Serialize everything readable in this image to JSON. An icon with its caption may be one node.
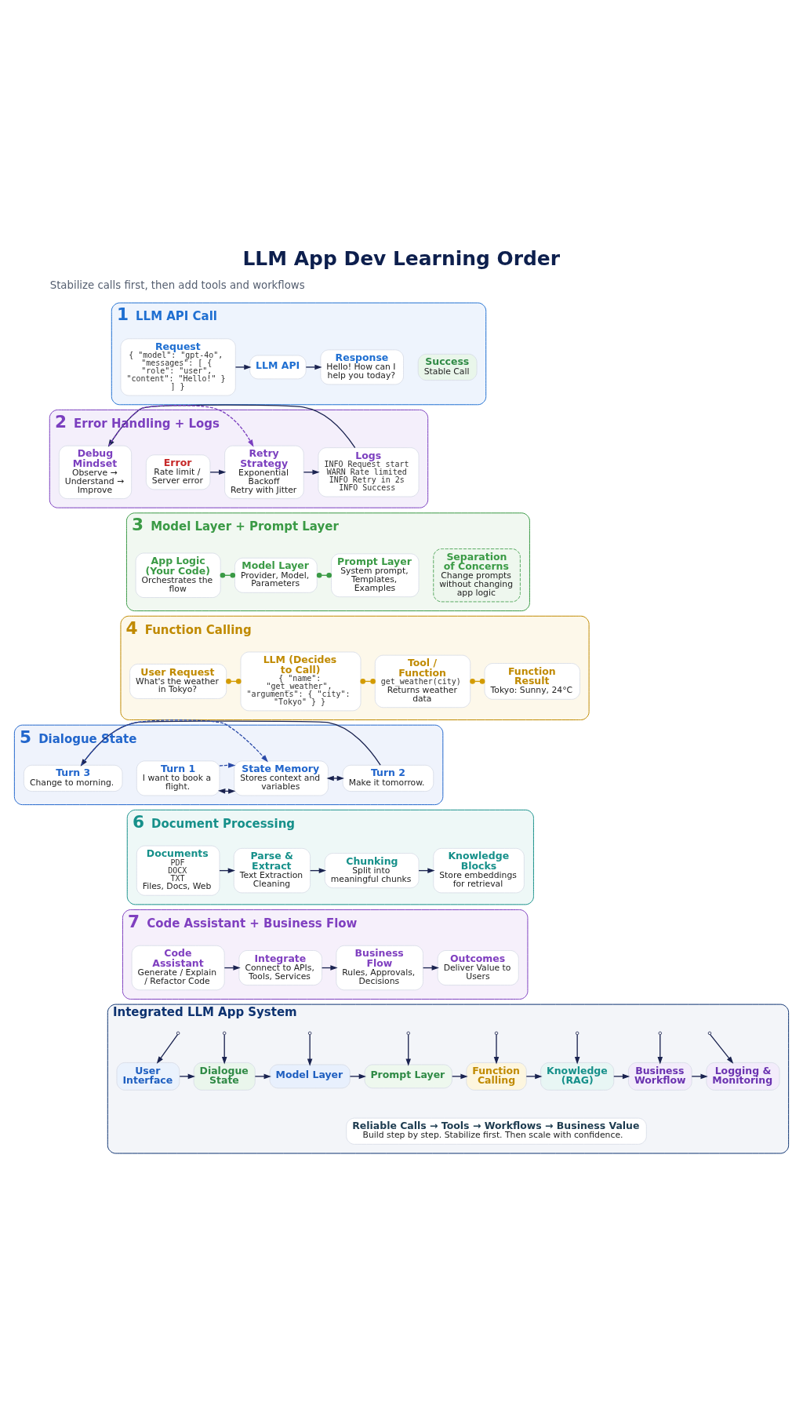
{
  "diagram": {
    "title": "LLM App Dev Learning Order",
    "nodes": [
      {
        "text": [
          "1",
          "LLM API Call"
        ]
      },
      {
        "text": [
          "Request",
          "{ \"model\": \"gpt-4o\", \"messages\": [ { \"role\": \"user\", \"content\": \"Hello!\" } ] }"
        ],
        "in": 0
      },
      {
        "text": [
          "LLM API"
        ],
        "in": 0
      },
      {
        "text": [
          "Response",
          "Hello! How can I help you today?"
        ],
        "in": 0
      },
      {
        "text": [
          "Success",
          "Stable Call"
        ],
        "in": 0
      },
      {
        "text": [
          "2",
          "Error Handling + Logs"
        ]
      },
      {
        "text": [
          "Error",
          "Rate limit / Server error"
        ],
        "in": 5
      },
      {
        "text": [
          "Retry Strategy",
          "Exponential Backoff",
          "Retry with Jitter"
        ],
        "in": 5
      },
      {
        "text": [
          "Logs",
          "INFO Request start",
          "WARN Rate limited",
          "INFO Retry in 2s",
          "INFO Success"
        ],
        "in": 5
      },
      {
        "text": [
          "Debug Mindset",
          "Observe → Understand → Improve"
        ],
        "in": 5
      },
      {
        "text": [
          "3",
          "Model Layer + Prompt Layer"
        ]
      },
      {
        "text": [
          "App Logic (Your Code)",
          "Orchestrates the flow"
        ],
        "in": 10
      },
      {
        "text": [
          "Model Layer",
          "Provider, Model, Parameters"
        ],
        "in": 10
      },
      {
        "text": [
          "Prompt Layer",
          "System prompt, Templates, Examples"
        ],
        "in": 10
      },
      {
        "text": [
          "Separation of Concerns",
          "Change prompts without changing app logic"
        ],
        "in": 10
      },
      {
        "text": [
          "4",
          "Function Calling"
        ]
      },
      {
        "text": [
          "User Request",
          "What's the weather in Tokyo?"
        ],
        "in": 15
      },
      {
        "text": [
          "LLM (Decides to Call)",
          "{ \"name\": \"get_weather\", \"arguments\": { \"city\": \"Tokyo\" } }"
        ],
        "in": 15
      },
      {
        "text": [
          "Tool / Function",
          "get_weather(city)",
          "Returns weather data"
        ],
        "in": 15
      },
      {
        "text": [
          "Function Result",
          "Tokyo: Sunny, 24°C"
        ],
        "in": 15
      },
      {
        "text": [
          "5",
          "Dialogue State"
        ]
      },
      {
        "text": [
          "Turn 1",
          "I want to book a flight."
        ],
        "in": 20
      },
      {
        "text": [
          "State Memory",
          "Stores context and variables"
        ],
        "in": 20
      },
      {
        "text": [
          "Turn 2",
          "Make it tomorrow."
        ],
        "in": 20
      },
      {
        "text": [
          "Turn 3",
          "Change to morning."
        ],
        "in": 20
      },
      {
        "text": [
          "6",
          "Document Processing"
        ]
      },
      {
        "text": [
          "Documents",
          "PDF",
          "DOCX",
          "TXT",
          "Files, Docs, Web"
        ],
        "in": 25
      },
      {
        "text": [
          "Parse & Extract",
          "Text Extraction",
          "Cleaning"
        ],
        "in": 25
      },
      {
        "text": [
          "Chunking",
          "Split into meaningful chunks"
        ],
        "in": 25
      },
      {
        "text": [
          "Knowledge Blocks",
          "Store embeddings for retrieval"
        ],
        "in": 25
      },
      {
        "text": [
          "7",
          "Code Assistant + Business Flow"
        ]
      },
      {
        "text": [
          "Code Assistant",
          "Generate / Explain / Refactor Code"
        ],
        "in": 30
      },
      {
        "text": [
          "Integrate",
          "Connect to APIs, Tools, Services"
        ],
        "in": 30
      },
      {
        "text": [
          "Business Flow",
          "Rules, Approvals, Decisions"
        ],
        "in": 30
      },
      {
        "text": [
          "Outcomes",
          "Deliver Value to Users"
        ],
        "in": 30
      },
      {
        "text": [
          "Integrated LLM App System"
        ]
      },
      {
        "text": [
          "User Interface"
        ],
        "in": 35
      },
      {
        "text": [
          "Dialogue State"
        ],
        "in": 35
      },
      {
        "text": [
          "Model Layer"
        ],
        "in": 35
      },
      {
        "text": [
          "Prompt Layer"
        ],
        "in": 35
      },
      {
        "text": [
          "Function Calling"
        ],
        "in": 35
      },
      {
        "text": [
          "Knowledge (RAG)"
        ],
        "in": 35
      },
      {
        "text": [
          "Business Workflow"
        ],
        "in": 35
      },
      {
        "text": [
          "Logging & Monitoring"
        ],
        "in": 35
      },
      {
        "text": [
          "Reliable Calls → Tools → Workflows → Business Value",
          "Build step by step. Stabilize first. Then scale with confidence."
        ],
        "in": 35
      }
    ],
    "edges": [
      {
        "from": 1,
        "to": 2,
        "arrow": "to"
      },
      {
        "from": 2,
        "to": 3,
        "arrow": "to"
      },
      {
        "from": 6,
        "to": 7,
        "arrow": "to"
      },
      {
        "from": 7,
        "to": 8,
        "arrow": "to"
      },
      {
        "from": 8,
        "to": 9,
        "arrow": "to"
      },
      {
        "from": 9,
        "to": 7,
        "arrow": "to",
        "style": "dashed",
        "color": "#7b3fbf"
      },
      {
        "from": 11,
        "to": 12,
        "arrow": "other",
        "color": "#3a9a45"
      },
      {
        "from": 12,
        "to": 13,
        "arrow": "other",
        "color": "#3a9a45"
      },
      {
        "from": 16,
        "to": 17,
        "arrow": "other",
        "color": "#d39b00"
      },
      {
        "from": 17,
        "to": 18,
        "arrow": "other",
        "color": "#d39b00"
      },
      {
        "from": 18,
        "to": 19,
        "arrow": "other",
        "color": "#d39b00"
      },
      {
        "from": 21,
        "to": 22,
        "arrow": "both"
      },
      {
        "from": 22,
        "to": 23,
        "arrow": "both"
      },
      {
        "from": 23,
        "to": 24,
        "arrow": "to"
      },
      {
        "from": 21,
        "to": 22,
        "arrow": "to",
        "style": "dashed",
        "color": "#2a4aa8"
      },
      {
        "from": 24,
        "to": 22,
        "arrow": "to",
        "style": "dashed",
        "color": "#2a4aa8"
      },
      {
        "from": 26,
        "to": 27,
        "arrow": "to"
      },
      {
        "from": 27,
        "to": 28,
        "arrow": "to"
      },
      {
        "from": 28,
        "to": 29,
        "arrow": "to"
      },
      {
        "from": 31,
        "to": 32,
        "arrow": "to"
      },
      {
        "from": 32,
        "to": 33,
        "arrow": "to"
      },
      {
        "from": 33,
        "to": 34,
        "arrow": "to"
      },
      {
        "from": null,
        "to": 36,
        "arrow": "to"
      },
      {
        "from": null,
        "to": 37,
        "arrow": "to"
      },
      {
        "from": null,
        "to": 38,
        "arrow": "to"
      },
      {
        "from": null,
        "to": 39,
        "arrow": "to"
      },
      {
        "from": null,
        "to": 40,
        "arrow": "to"
      },
      {
        "from": null,
        "to": 41,
        "arrow": "to"
      },
      {
        "from": null,
        "to": 42,
        "arrow": "to"
      },
      {
        "from": null,
        "to": 43,
        "arrow": "to"
      },
      {
        "from": 36,
        "to": 37,
        "arrow": "to"
      },
      {
        "from": 37,
        "to": 38,
        "arrow": "to"
      },
      {
        "from": 38,
        "to": 39,
        "arrow": "to"
      },
      {
        "from": 39,
        "to": 40,
        "arrow": "to"
      },
      {
        "from": 40,
        "to": 41,
        "arrow": "to"
      },
      {
        "from": 41,
        "to": 42,
        "arrow": "to"
      },
      {
        "from": 42,
        "to": 43,
        "arrow": "to"
      }
    ],
    "labels": [
      "Stabilize calls first, then add tools and workflows"
    ]
  }
}
